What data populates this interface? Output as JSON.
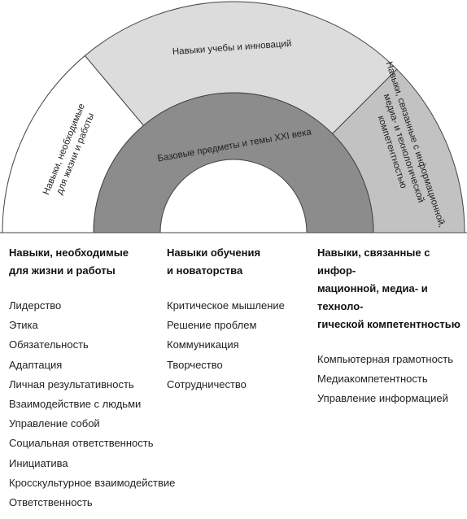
{
  "diagram": {
    "outer_segments": [
      {
        "label_lines": [
          "Навыки, необходимые",
          "для жизни и работы"
        ],
        "fill": "#ffffff"
      },
      {
        "label_lines": [
          "Навыки учебы и инноваций"
        ],
        "fill": "#dcdcdc"
      },
      {
        "label_lines": [
          "Навыки, связанные с информационной,",
          "медиа- и технологической",
          "компетентностью"
        ],
        "fill": "#c2c2c2"
      }
    ],
    "inner_ring": {
      "label": "Базовые предметы и темы XXI века",
      "fill": "#8c8c8c"
    }
  },
  "columns": [
    {
      "heading_lines": [
        "Навыки, необходимые",
        "для жизни и работы"
      ],
      "items": [
        "Лидерство",
        "Этика",
        "Обязательность",
        "Адаптация",
        "Личная результативность",
        "Взаимодействие с людьми",
        "Управление собой",
        "Социальная ответственность",
        "Инициатива",
        "Кросскультурное взаимодействие",
        "Ответственность"
      ]
    },
    {
      "heading_lines": [
        "Навыки обучения",
        "и новаторства"
      ],
      "items": [
        "Критическое мышление",
        "Решение проблем",
        "Коммуникация",
        "Творчество",
        "Сотрудничество"
      ]
    },
    {
      "heading_lines": [
        "Навыки, связанные с инфор-",
        "мационной, медиа- и техноло-",
        "гической компетентностью"
      ],
      "items": [
        "Компьютерная грамотность",
        "Медиакомпетентность",
        "Управление информацией"
      ]
    }
  ]
}
